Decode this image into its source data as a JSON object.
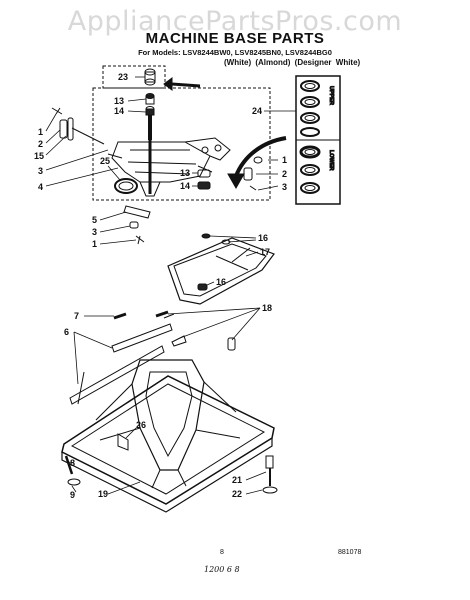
{
  "watermark": "AppliancePartsPros.com",
  "header": {
    "title": "MACHINE BASE PARTS",
    "models": "For Models: LSV8244BW0, LSV8245BN0, LSV8244BG0",
    "colors": "(White)   (Almond)  (Designer White)"
  },
  "inset": {
    "upper_label": "UPPER",
    "lower_label": "LOWER"
  },
  "callouts": {
    "c23": "23",
    "c13a": "13",
    "c14a": "14",
    "c1a": "1",
    "c2a": "2",
    "c15": "15",
    "c3a": "3",
    "c25": "25",
    "c4": "4",
    "c24": "24",
    "c1b": "1",
    "c2b": "2",
    "c3b": "3",
    "c13b": "13",
    "c14b": "14",
    "c5": "5",
    "c3c": "3",
    "c1c": "1",
    "c16a": "16",
    "c17": "17",
    "c16b": "16",
    "c7": "7",
    "c18": "18",
    "c6": "6",
    "c26": "26",
    "c8": "8",
    "c9": "9",
    "c19": "19",
    "c21": "21",
    "c22": "22"
  },
  "footer": {
    "page": "8",
    "code": "881078",
    "handwritten": "1200 6 8"
  }
}
